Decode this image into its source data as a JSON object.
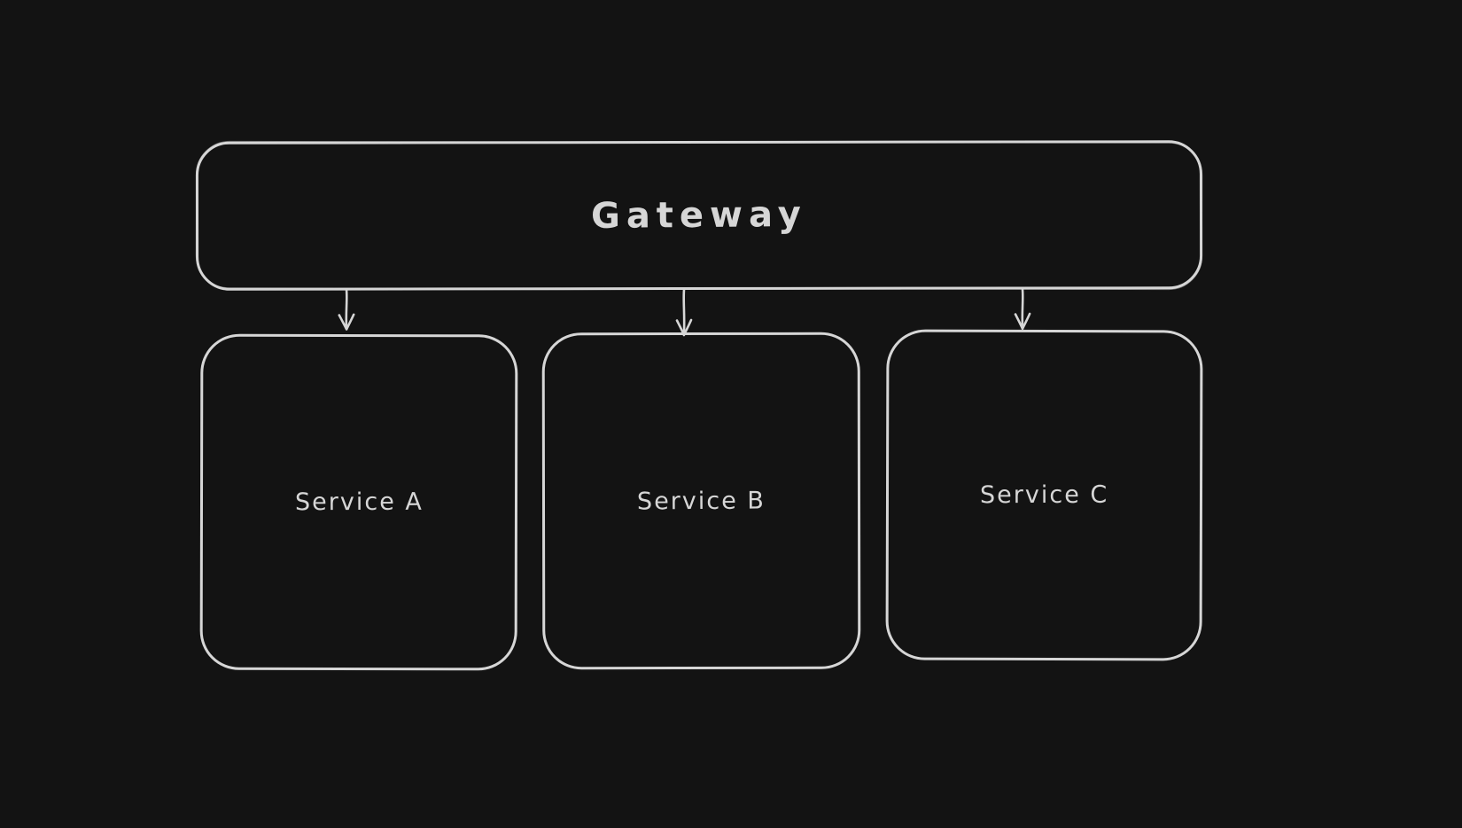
{
  "canvas": {
    "background": "#131313",
    "stroke": "#d6d6d6"
  },
  "nodes": [
    {
      "id": "gateway",
      "label": "Gateway"
    },
    {
      "id": "service-a",
      "label": "Service A"
    },
    {
      "id": "service-b",
      "label": "Service B"
    },
    {
      "id": "service-c",
      "label": "Service C"
    }
  ],
  "edges": [
    {
      "from": "gateway",
      "to": "service-a",
      "direction": "down"
    },
    {
      "from": "gateway",
      "to": "service-b",
      "direction": "down"
    },
    {
      "from": "gateway",
      "to": "service-c",
      "direction": "down"
    }
  ]
}
